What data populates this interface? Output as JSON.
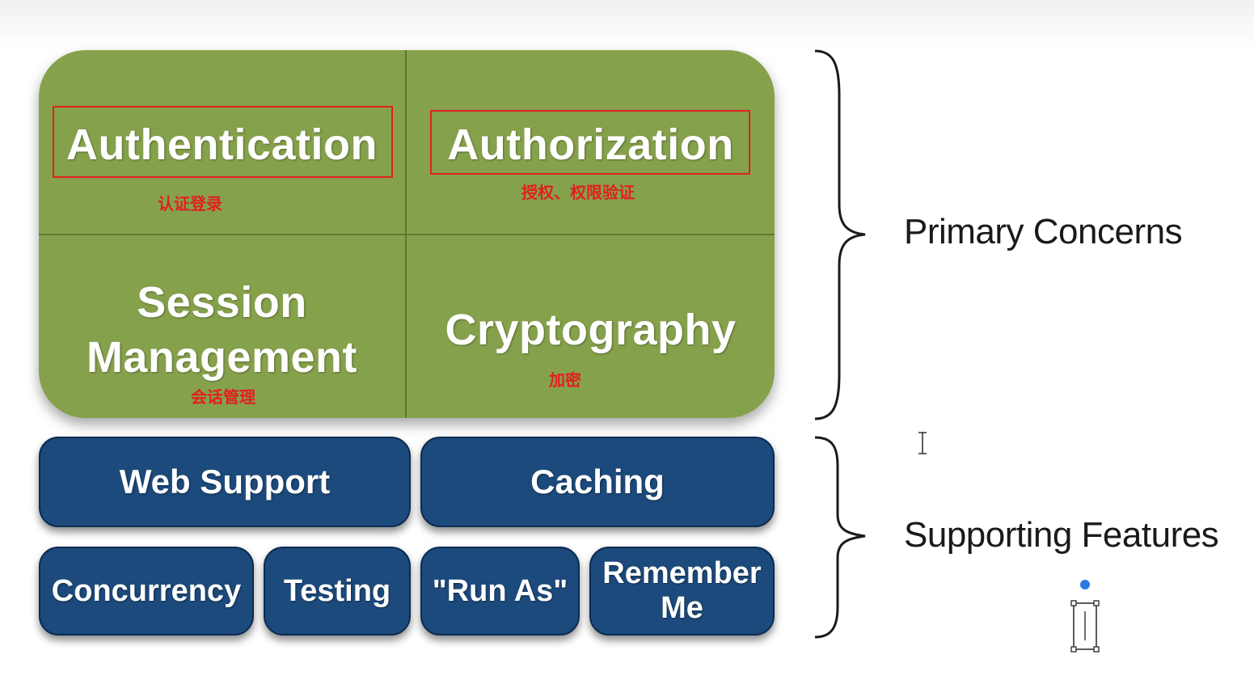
{
  "primary": {
    "authentication": {
      "title": "Authentication",
      "note": "认证登录"
    },
    "authorization": {
      "title": "Authorization",
      "note": "授权、权限验证"
    },
    "session": {
      "title_line1": "Session",
      "title_line2": "Management",
      "note": "会话管理"
    },
    "cryptography": {
      "title": "Cryptography",
      "note": "加密"
    }
  },
  "supporting": {
    "web_support": "Web Support",
    "caching": "Caching",
    "concurrency": "Concurrency",
    "testing": "Testing",
    "run_as": "\"Run As\"",
    "remember_line1": "Remember",
    "remember_line2": "Me"
  },
  "labels": {
    "primary_concerns": "Primary Concerns",
    "supporting_features": "Supporting Features"
  },
  "colors": {
    "primary_fill": "#86a14b",
    "supporting_fill": "#1c4a7c",
    "annotation_red": "#e02020"
  }
}
